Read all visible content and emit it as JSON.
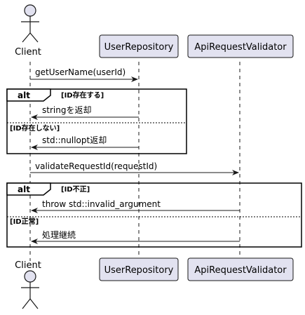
{
  "participants": {
    "client": "Client",
    "user_repository": "UserRepository",
    "api_request_validator": "ApiRequestValidator"
  },
  "messages": {
    "m1": "getUserName(userId)",
    "m2": "stringを返却",
    "m3": "std::nullopt返却",
    "m4": "validateRequestId(requestId)",
    "m5": "throw std::invalid_argument",
    "m6": "処理継続"
  },
  "fragments": {
    "alt1": {
      "keyword": "alt",
      "guard1": "[ID存在する]",
      "guard2": "[ID存在しない]"
    },
    "alt2": {
      "keyword": "alt",
      "guard1": "[ID不正]",
      "guard2": "[ID正常]"
    }
  },
  "colors": {
    "participant_fill": "#E2E2F0",
    "participant_stroke": "#181818",
    "lifeline": "#181818",
    "arrow": "#181818"
  }
}
